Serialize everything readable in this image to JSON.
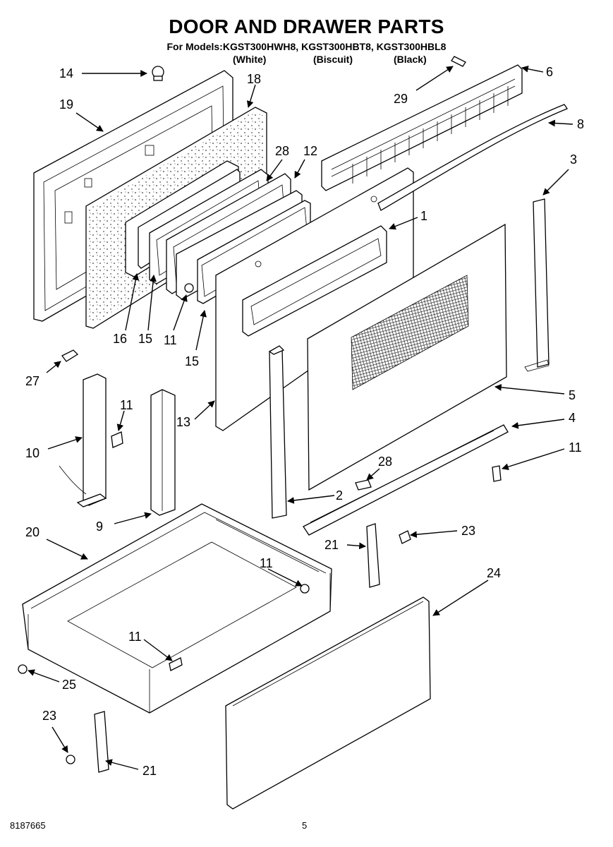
{
  "title": "DOOR AND DRAWER PARTS",
  "models_line": "For Models:KGST300HWH8, KGST300HBT8, KGST300HBL8",
  "variants": [
    "(White)",
    "(Biscuit)",
    "(Black)"
  ],
  "callouts": {
    "c14": "14",
    "c18": "18",
    "c19": "19",
    "c6": "6",
    "c29": "29",
    "c8": "8",
    "c28a": "28",
    "c12": "12",
    "c3": "3",
    "c1": "1",
    "c16": "16",
    "c15a": "15",
    "c11a": "11",
    "c15b": "15",
    "c27": "27",
    "c11b": "11",
    "c10": "10",
    "c13": "13",
    "c5": "5",
    "c4": "4",
    "c11c": "11",
    "c28b": "28",
    "c2": "2",
    "c9": "9",
    "c20": "20",
    "c11d": "11",
    "c21a": "21",
    "c23a": "23",
    "c24": "24",
    "c11e": "11",
    "c25": "25",
    "c23b": "23",
    "c21b": "21"
  },
  "footer": {
    "doc_number": "8187665",
    "page_number": "5"
  }
}
